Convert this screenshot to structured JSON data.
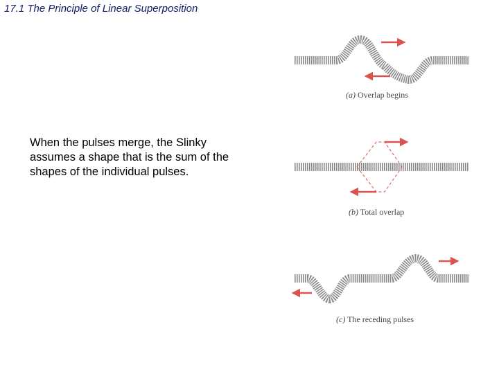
{
  "slide": {
    "title": "17.1 The Principle of Linear Superposition",
    "body": "When the pulses merge, the Slinky assumes a shape that is the sum of the shapes of the individual pulses."
  },
  "figure": {
    "panels": [
      {
        "letter": "(a)",
        "caption": "Overlap begins"
      },
      {
        "letter": "(b)",
        "caption": "Total overlap"
      },
      {
        "letter": "(c)",
        "caption": "The receding pulses"
      }
    ]
  },
  "colors": {
    "arrow": "#d9534f",
    "slinky": "#8a8a8a",
    "title": "#111a66"
  }
}
